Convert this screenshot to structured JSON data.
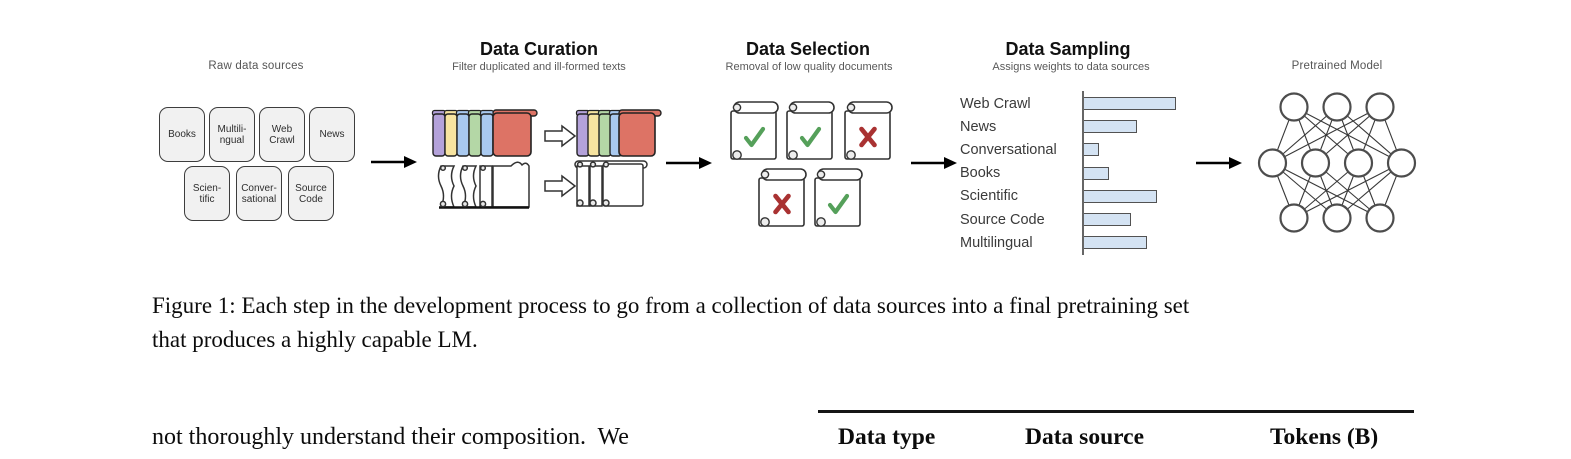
{
  "figure": {
    "raw_sources": {
      "label": "Raw data sources",
      "boxes_row1": [
        "Books",
        "Multili-\nngual",
        "Web\nCrawl",
        "News"
      ],
      "boxes_row2": [
        "Scien-\ntific",
        "Conver-\nsational",
        "Source\nCode"
      ]
    },
    "curation": {
      "title": "Data Curation",
      "subtitle": "Filter duplicated and ill-formed texts",
      "scroll_colors_before": [
        "#b4a2da",
        "#f7e4a0",
        "#a9c9ef",
        "#b4d7a6",
        "#a9c9ef",
        "#dd7365"
      ],
      "scroll_colors_after": [
        "#b4a2da",
        "#f7e4a0",
        "#b4d7a6",
        "#a9c9ef",
        "#dd7365"
      ]
    },
    "selection": {
      "title": "Data Selection",
      "subtitle": "Removal of low quality documents",
      "marks": [
        "check",
        "check",
        "cross",
        "cross",
        "check"
      ],
      "check_color": "#55a05a",
      "cross_color": "#a93232"
    },
    "sampling": {
      "title": "Data Sampling",
      "subtitle": "Assigns weights to data sources"
    },
    "model": {
      "label": "Pretrained Model",
      "layers": [
        3,
        4,
        3
      ]
    }
  },
  "chart_data": {
    "type": "bar",
    "orientation": "horizontal",
    "title": "Data Sampling",
    "subtitle": "Assigns weights to data sources",
    "categories": [
      "Web Crawl",
      "News",
      "Conversational",
      "Books",
      "Scientific",
      "Source Code",
      "Multilingual"
    ],
    "values_percent_of_max": [
      100,
      58,
      17,
      28,
      80,
      52,
      69
    ],
    "axis_numeric_labels_shown": false,
    "legend": "none",
    "bar_fill": "#d4e3f3",
    "bar_border": "#525252"
  },
  "caption": {
    "line1": "Figure 1: Each step in the development process to go from a collection of data sources into a final pretraining set",
    "line2": "that produces a highly capable LM."
  },
  "body_text": "not thoroughly understand their composition.  We",
  "table": {
    "headers": [
      "Data type",
      "Data source",
      "Tokens (B)"
    ]
  }
}
